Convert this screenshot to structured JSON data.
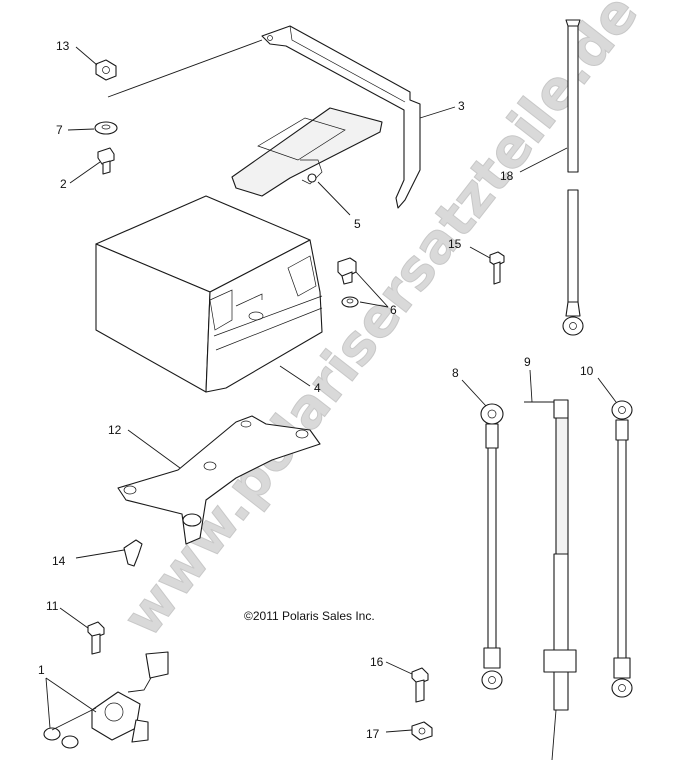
{
  "watermark": "www.polarisersatzteile.de",
  "copyright": "©2011 Polaris Sales Inc.",
  "callouts": {
    "c1": "1",
    "c2": "2",
    "c3": "3",
    "c4": "4",
    "c5": "5",
    "c6": "6",
    "c7": "7",
    "c8": "8",
    "c9": "9",
    "c10": "10",
    "c11": "11",
    "c12": "12",
    "c13": "13",
    "c14": "14",
    "c15": "15",
    "c16": "16",
    "c17": "17",
    "c18": "18"
  }
}
